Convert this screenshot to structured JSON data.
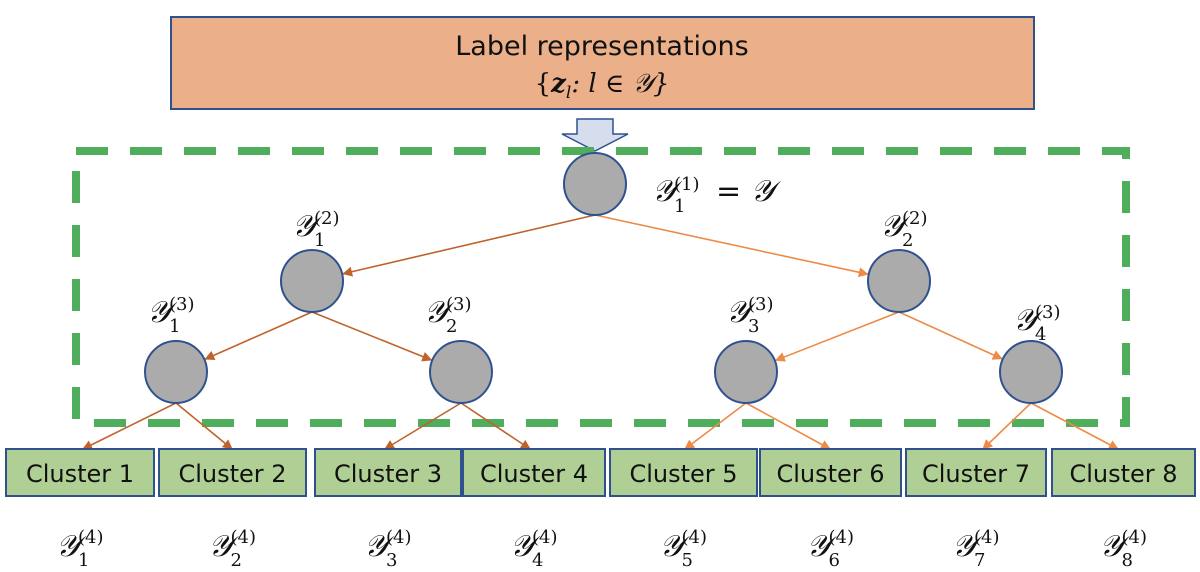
{
  "header_box": {
    "title": "Label representations",
    "formula_open": "{",
    "formula_z": "z",
    "formula_z_sub": "l",
    "formula_rest": ": l ∈ 𝒴}"
  },
  "root_label": {
    "symbol": "𝒴",
    "subscript": "1",
    "superscript": "(1)",
    "equals": "= 𝒴"
  },
  "level2_labels": [
    {
      "symbol": "𝒴",
      "subscript": "1",
      "superscript": "(2)"
    },
    {
      "symbol": "𝒴",
      "subscript": "2",
      "superscript": "(2)"
    }
  ],
  "level3_labels": [
    {
      "symbol": "𝒴",
      "subscript": "1",
      "superscript": "(3)"
    },
    {
      "symbol": "𝒴",
      "subscript": "2",
      "superscript": "(3)"
    },
    {
      "symbol": "𝒴",
      "subscript": "3",
      "superscript": "(3)"
    },
    {
      "symbol": "𝒴",
      "subscript": "4",
      "superscript": "(3)"
    }
  ],
  "clusters": [
    {
      "label": "Cluster 1",
      "symbol": "𝒴",
      "subscript": "1",
      "superscript": "(4)"
    },
    {
      "label": "Cluster 2",
      "symbol": "𝒴",
      "subscript": "2",
      "superscript": "(4)"
    },
    {
      "label": "Cluster 3",
      "symbol": "𝒴",
      "subscript": "3",
      "superscript": "(4)"
    },
    {
      "label": "Cluster 4",
      "symbol": "𝒴",
      "subscript": "4",
      "superscript": "(4)"
    },
    {
      "label": "Cluster 5",
      "symbol": "𝒴",
      "subscript": "5",
      "superscript": "(4)"
    },
    {
      "label": "Cluster 6",
      "symbol": "𝒴",
      "subscript": "6",
      "superscript": "(4)"
    },
    {
      "label": "Cluster 7",
      "symbol": "𝒴",
      "subscript": "7",
      "superscript": "(4)"
    },
    {
      "label": "Cluster 8",
      "symbol": "𝒴",
      "subscript": "8",
      "superscript": "(4)"
    }
  ],
  "colors": {
    "header_fill": "#EBB08A",
    "box_stroke": "#2F528F",
    "node_fill": "#ABABAB",
    "edge_left": "#C0622B",
    "edge_right": "#ED8B46",
    "dash_border": "#4EAE5B",
    "cluster_fill": "#AFCF94",
    "input_arrow_fill": "#D6DEEE"
  }
}
